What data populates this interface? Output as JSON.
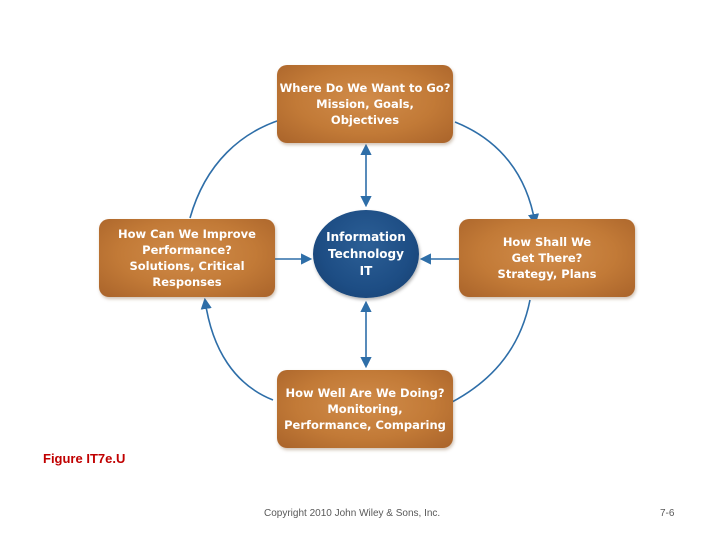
{
  "diagram": {
    "center": {
      "lines": [
        "Information",
        "Technology",
        "IT"
      ],
      "color": "#1d4d84"
    },
    "top_box": {
      "lines": [
        "Where Do We Want to Go?",
        "Mission, Goals,",
        "Objectives"
      ]
    },
    "right_box": {
      "lines": [
        "How Shall We",
        "Get There?",
        "Strategy, Plans"
      ]
    },
    "bottom_box": {
      "lines": [
        "How Well Are We Doing?",
        "Monitoring,",
        "Performance, Comparing"
      ]
    },
    "left_box": {
      "lines": [
        "How Can We Improve",
        "Performance?",
        "Solutions, Critical",
        "Responses"
      ]
    },
    "box_color": "#c27a37",
    "arrow_color": "#2e6ea8"
  },
  "figure_label": "Figure IT7e.U",
  "footer": {
    "copyright": "Copyright 2010 John Wiley & Sons, Inc.",
    "page_number": "7-6"
  }
}
